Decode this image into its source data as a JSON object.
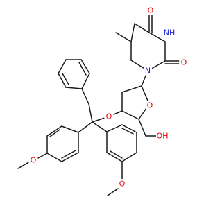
{
  "atoms": [
    {
      "id": "O1",
      "label": "O",
      "color": "#e00000"
    },
    {
      "id": "N3",
      "label": "NH",
      "color": "#1a1adb"
    },
    {
      "id": "O2",
      "label": "O",
      "color": "#e00000"
    },
    {
      "id": "N1",
      "label": "N",
      "color": "#1a1adb"
    },
    {
      "id": "O_ring",
      "label": "O",
      "color": "#e00000"
    },
    {
      "id": "OH",
      "label": "OH",
      "color": "#e00000"
    },
    {
      "id": "O_ether",
      "label": "O",
      "color": "#e00000"
    },
    {
      "id": "OMe_left",
      "label": "O",
      "color": "#e00000"
    },
    {
      "id": "OMe_right",
      "label": "O",
      "color": "#e00000"
    }
  ]
}
